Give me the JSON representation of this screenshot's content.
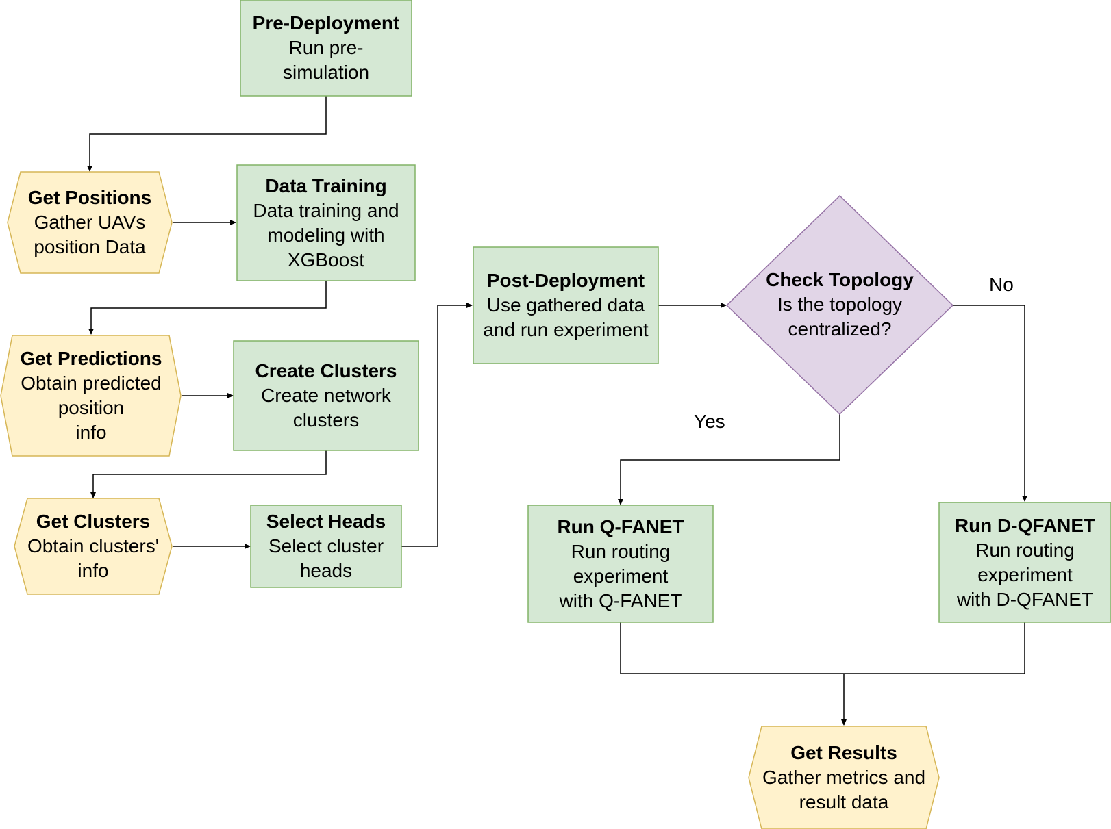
{
  "colors": {
    "process_fill": "#d5e8d4",
    "process_stroke": "#82b366",
    "data_fill": "#fff2cc",
    "data_stroke": "#d6b656",
    "decision_fill": "#e1d5e7",
    "decision_stroke": "#9673a6",
    "connector": "#000000"
  },
  "nodes": {
    "pre_deployment": {
      "title": "Pre-Deployment",
      "body": "Run pre-\nsimulation"
    },
    "get_positions": {
      "title": "Get Positions",
      "body": "Gather UAVs\nposition Data"
    },
    "data_training": {
      "title": "Data Training",
      "body": "Data training and\nmodeling with\nXGBoost"
    },
    "get_predictions": {
      "title": "Get Predictions",
      "body": "Obtain predicted\nposition\ninfo"
    },
    "create_clusters": {
      "title": "Create Clusters",
      "body": "Create network\nclusters"
    },
    "get_clusters": {
      "title": "Get Clusters",
      "body": "Obtain clusters'\ninfo"
    },
    "select_heads": {
      "title": "Select Heads",
      "body": "Select cluster\nheads"
    },
    "post_deployment": {
      "title": "Post-Deployment",
      "body": "Use gathered data\nand run experiment"
    },
    "check_topology": {
      "title": "Check Topology",
      "body": "Is the topology\ncentralized?"
    },
    "run_qfanet": {
      "title": "Run Q-FANET",
      "body": "Run routing\nexperiment\nwith Q-FANET"
    },
    "run_dqfanet": {
      "title": "Run D-QFANET",
      "body": "Run routing\nexperiment\nwith D-QFANET"
    },
    "get_results": {
      "title": "Get Results",
      "body": "Gather metrics and\nresult data"
    }
  },
  "edge_labels": {
    "no": "No",
    "yes": "Yes"
  }
}
